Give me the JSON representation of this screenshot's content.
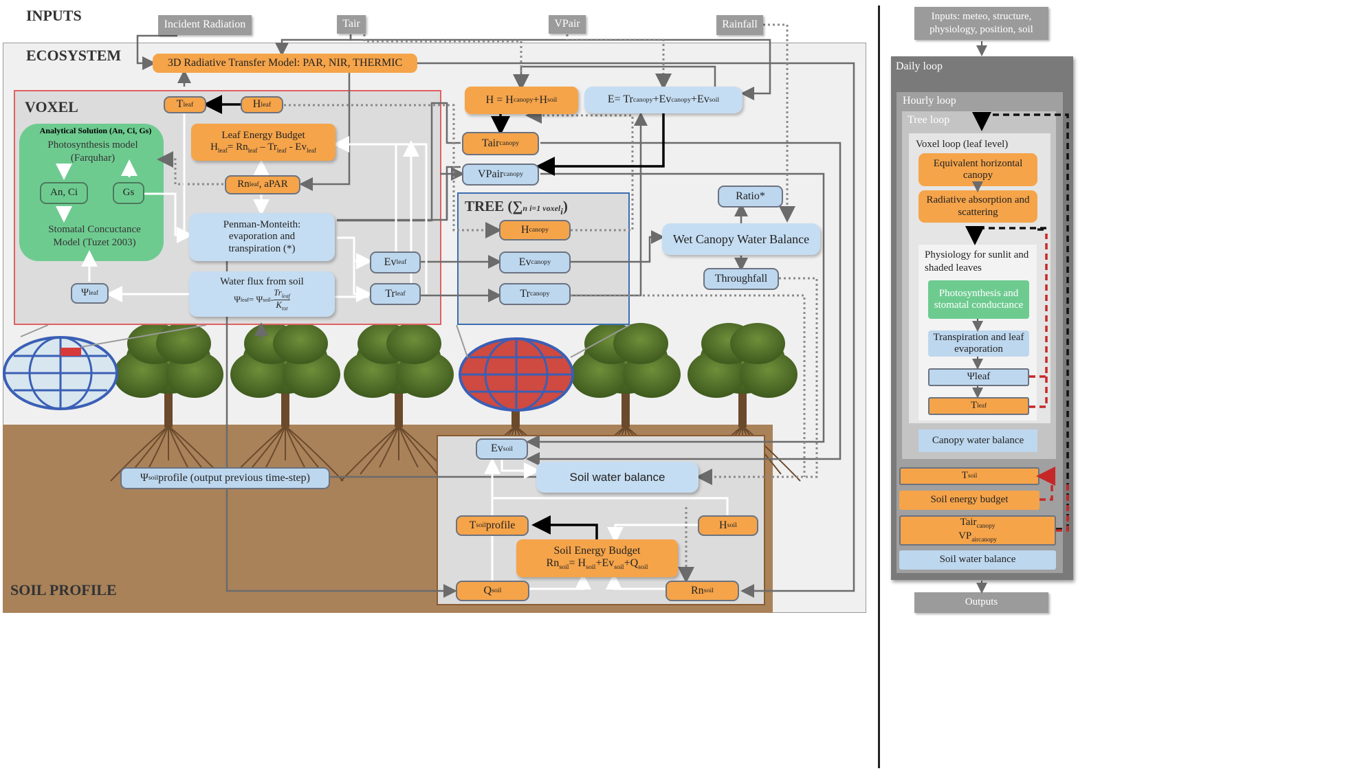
{
  "titles": {
    "inputs": "INPUTS",
    "ecosystem": "ECOSYSTEM",
    "voxel": "VOXEL",
    "tree": "TREE (∑",
    "tree_formula": "n i=1 voxel",
    "tree_sub": "i",
    "soil_profile": "SOIL PROFILE"
  },
  "inputs": {
    "incident_radiation": "Incident Radiation",
    "tair": "Tair",
    "vpair": "VPair",
    "rainfall": "Rainfall"
  },
  "ecosystem": {
    "radiative_model": "3D Radiative Transfer Model: PAR, NIR, THERMIC",
    "h_total": {
      "main": "H = H",
      "s1": "canopy",
      "mid": "+H",
      "s2": "soil"
    },
    "e_total": {
      "main": "E= Tr",
      "s1": "canopy",
      "mid": "+Ev",
      "s2": "canopy",
      "mid2": "+Ev",
      "s3": "soil"
    },
    "tair_canopy": {
      "main": "Tair",
      "sub": "canopy"
    },
    "vpair_canopy": {
      "main": "VPair",
      "sub": "canopy"
    },
    "ratio": "Ratio*",
    "wet_canopy": "Wet Canopy Water Balance",
    "throughfall": "Throughfall"
  },
  "voxel": {
    "t_leaf": {
      "main": "T",
      "sub": "leaf"
    },
    "h_leaf": {
      "main": "H",
      "sub": "leaf"
    },
    "analytical_title": "Analytical Solution (An, Ci, Gs)",
    "photosynthesis": "Photosynthesis model (Farquhar)",
    "an_ci": "An, Ci",
    "gs": "Gs",
    "stomatal": "Stomatal Concuctance Model (Tuzet 2003)",
    "leaf_energy_title": "Leaf Energy Budget",
    "leaf_energy_eq": {
      "a": "H",
      "a_s": "leaf",
      "b": "= Rn",
      "b_s": "leaf",
      "c": " – Tr",
      "c_s": "leaf",
      "d": " - Ev",
      "d_s": "leaf"
    },
    "rn_leaf": {
      "main": "Rn",
      "sub": "leaf",
      "tail": ", aPAR"
    },
    "penman": "Penman-Monteith: evaporation and transpiration (*)",
    "water_flux_title": "Water flux from soil",
    "water_flux_eq": {
      "a": "Ψ",
      "a_s": "leaf",
      "b": "= Ψ",
      "b_s": "soil",
      "c": "- ",
      "num": "Tr",
      "num_s": "leaf",
      "den": "K",
      "den_s": "tot"
    },
    "psi_leaf": {
      "main": "Ψ",
      "sub": "leaf"
    },
    "ev_leaf": {
      "main": "Ev",
      "sub": "leaf"
    },
    "tr_leaf": {
      "main": "Tr",
      "sub": "leaf"
    }
  },
  "tree": {
    "h_canopy": {
      "main": "H",
      "sub": "canopy"
    },
    "ev_canopy": {
      "main": "Ev",
      "sub": "canopy"
    },
    "tr_canopy": {
      "main": "Tr",
      "sub": "canopy"
    }
  },
  "soil": {
    "ev_soil": {
      "main": "Ev",
      "sub": "soil"
    },
    "psi_soil_profile": {
      "main": "Ψ",
      "sub": "soil",
      "tail": " profile (output previous time-step)"
    },
    "soil_water_balance": "Soil water balance",
    "t_soil_profile": {
      "main": "T",
      "sub": "soil",
      "tail": " profile"
    },
    "h_soil": {
      "main": "H",
      "sub": "soil"
    },
    "soil_energy_title": "Soil Energy Budget",
    "soil_energy_eq": {
      "a": "Rn",
      "a_s": "soil",
      "b": "= H",
      "b_s": "soil",
      "c": "+Ev",
      "c_s": "soil",
      "d": "+Q",
      "d_s": "soil"
    },
    "q_soil": {
      "main": "Q",
      "sub": "soil"
    },
    "rn_soil": {
      "main": "Rn",
      "sub": "soil"
    }
  },
  "right_panel": {
    "inputs": "Inputs: meteo, structure, physiology, position, soil",
    "daily_loop": "Daily loop",
    "hourly_loop": "Hourly loop",
    "tree_loop": "Tree loop",
    "voxel_loop": "Voxel loop (leaf level)",
    "equivalent": "Equivalent horizontal canopy",
    "radiative": "Radiative absorption and scattering",
    "physiology": "Physiology for sunlit and shaded leaves",
    "photo_stomatal": "Photosynthesis and stomatal conductance",
    "transpiration": "Transpiration and leaf evaporation",
    "psi_leaf": "Ψleaf",
    "t_leaf": {
      "main": "T",
      "sub": "leaf"
    },
    "canopy_water": "Canopy water balance",
    "t_soil": {
      "main": "T",
      "sub": "soil"
    },
    "soil_energy": "Soil energy budget",
    "tair_canopy": {
      "main": "Tair",
      "sub": "canopy"
    },
    "vp_aircanopy": {
      "main": "VP",
      "sub": "aircanopy"
    },
    "soil_water": "Soil water balance",
    "outputs": "Outputs"
  },
  "colors": {
    "orange": "#f5a44a",
    "blue": "#bdd7ee",
    "green": "#6ecb90",
    "voxel_border": "#e06060",
    "tree_border": "#3a6db0",
    "soil": "#a9825a"
  }
}
